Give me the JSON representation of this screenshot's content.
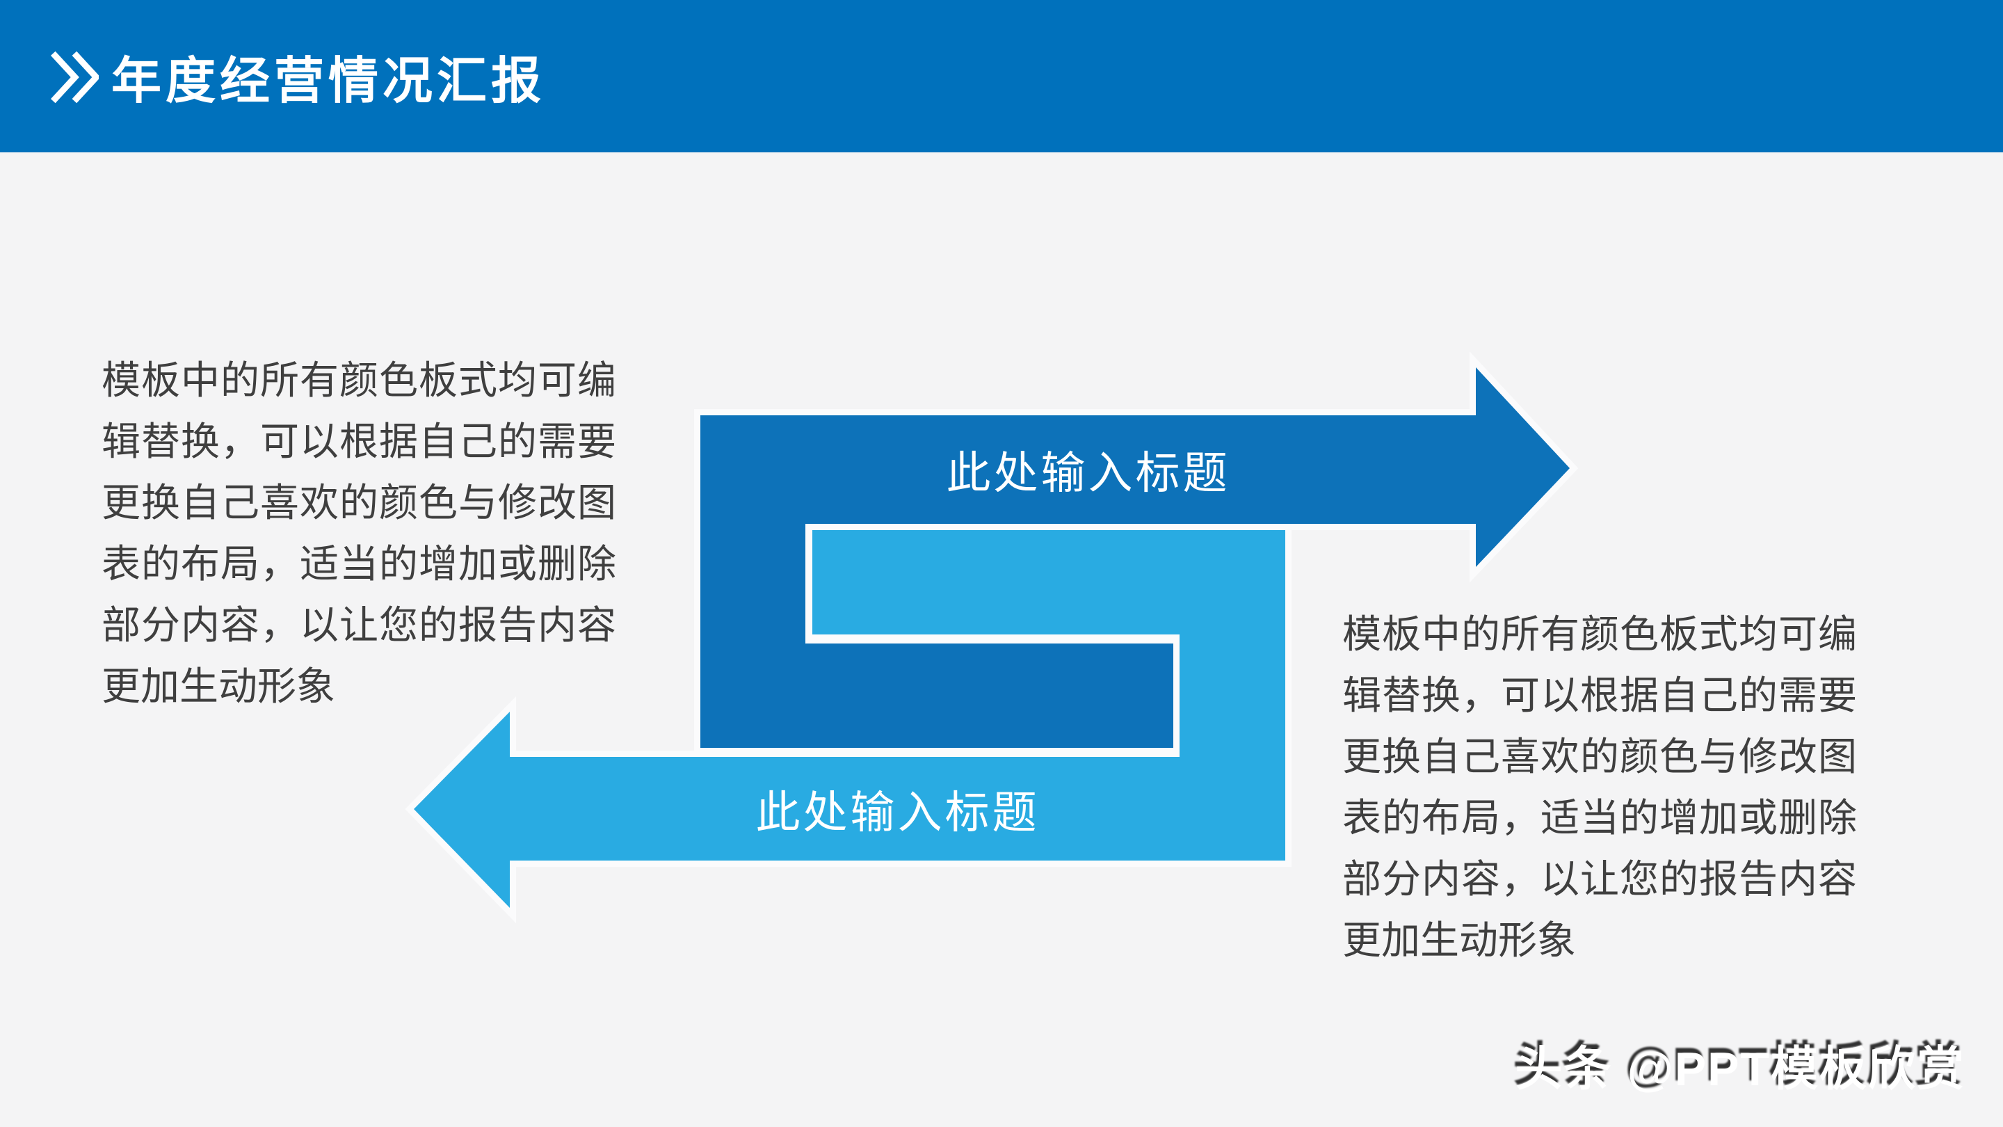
{
  "header": {
    "title": "年度经营情况汇报",
    "chevron_icon": "double-angle-right"
  },
  "paragraphs": {
    "left": "模板中的所有颜色板式均可编辑替换，可以根据自己的需要更换自己喜欢的颜色与修改图表的布局，适当的增加或删除部分内容，以让您的报告内容更加生动形象",
    "right": "模板中的所有颜色板式均可编辑替换，可以根据自己的需要更换自己喜欢的颜色与修改图表的布局，适当的增加或删除部分内容，以让您的报告内容更加生动形象"
  },
  "diagram": {
    "top_arrow_label": "此处输入标题",
    "bottom_arrow_label": "此处输入标题",
    "top_arrow_direction": "right",
    "bottom_arrow_direction": "left"
  },
  "watermark": {
    "text": "头条 @PPT模板欣赏"
  },
  "colors": {
    "header_blue": "#0071BC",
    "dark_arrow_blue": "#0D72B9",
    "light_arrow_cyan": "#29ABE2",
    "background": "#F4F4F5",
    "text_gray": "#3F3F3F",
    "outline_white": "#FBFBFC"
  }
}
